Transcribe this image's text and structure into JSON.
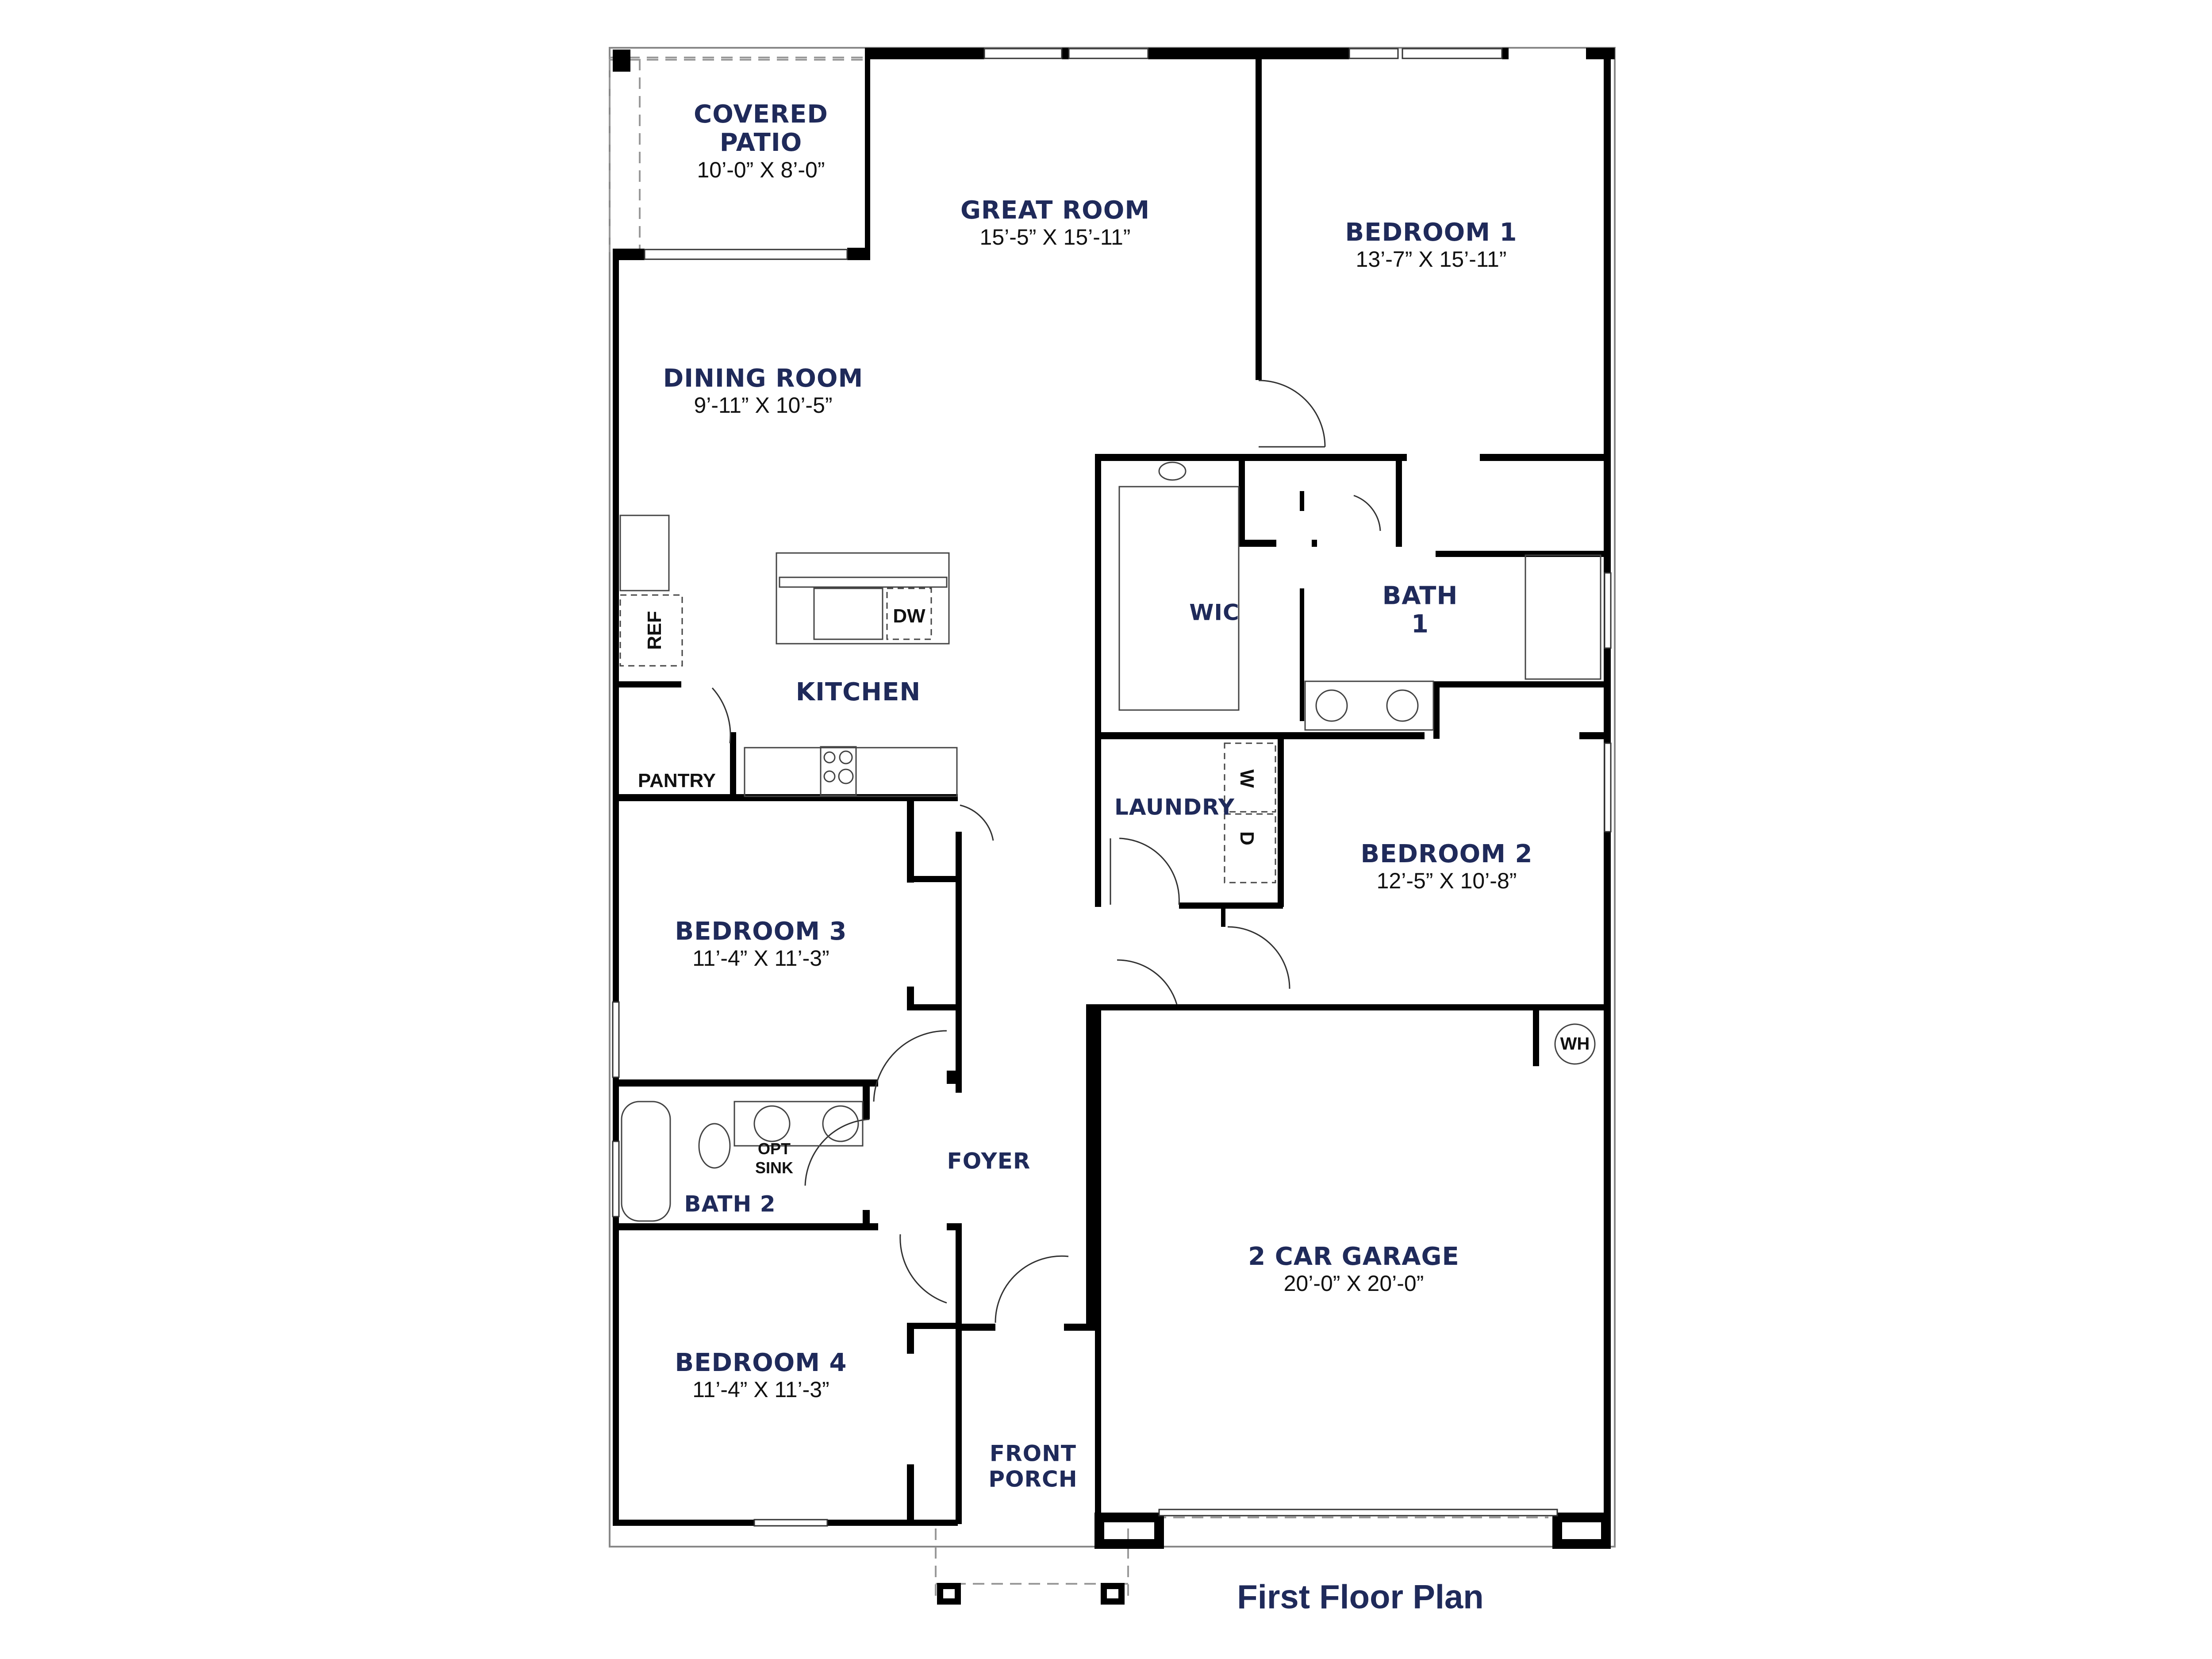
{
  "plan": {
    "title": "First Floor Plan",
    "colors": {
      "label": "#1f2a5a",
      "wall": "#000000",
      "fixture": "#555555"
    }
  },
  "rooms": {
    "covered_patio": {
      "name_line1": "COVERED",
      "name_line2": "PATIO",
      "dims": "10’-0” X 8’-0”"
    },
    "great_room": {
      "name": "GREAT ROOM",
      "dims": "15’-5” X 15’-11”"
    },
    "bedroom1": {
      "name": "BEDROOM 1",
      "dims": "13’-7” X 15’-11”"
    },
    "dining_room": {
      "name": "DINING ROOM",
      "dims": "9’-11” X 10’-5”"
    },
    "kitchen": {
      "name": "KITCHEN"
    },
    "pantry": {
      "name": "PANTRY"
    },
    "wic": {
      "name": "WIC"
    },
    "bath1": {
      "name_line1": "BATH",
      "name_line2": "1"
    },
    "laundry": {
      "name": "LAUNDRY"
    },
    "bedroom2": {
      "name": "BEDROOM 2",
      "dims": "12’-5” X 10’-8”"
    },
    "bedroom3": {
      "name": "BEDROOM 3",
      "dims": "11’-4” X 11’-3”"
    },
    "bath2": {
      "name": "BATH 2"
    },
    "foyer": {
      "name": "FOYER"
    },
    "bedroom4": {
      "name": "BEDROOM 4",
      "dims": "11’-4” X 11’-3”"
    },
    "front_porch": {
      "name_line1": "FRONT",
      "name_line2": "PORCH"
    },
    "garage": {
      "name": "2 CAR GARAGE",
      "dims": "20’-0” X 20’-0”"
    }
  },
  "fixtures": {
    "refrigerator": "REF",
    "dishwasher": "DW",
    "washer": "W",
    "dryer": "D",
    "water_heater": "WH",
    "optional_sink_line1": "OPT",
    "optional_sink_line2": "SINK"
  }
}
